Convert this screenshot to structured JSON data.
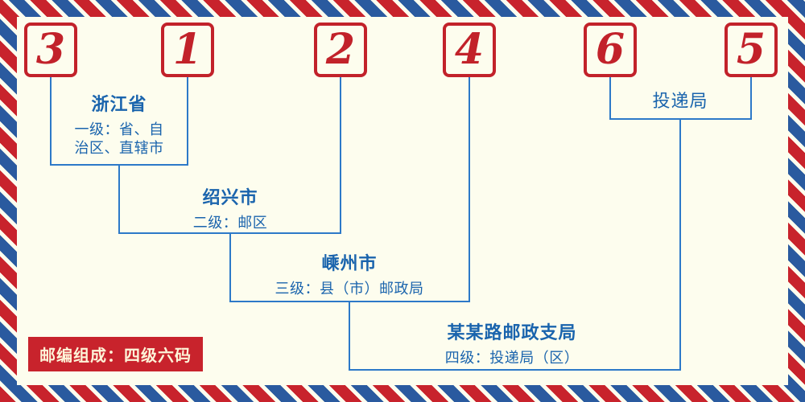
{
  "colors": {
    "background": "#fdfdee",
    "accent_red": "#c8232c",
    "digit_red": "#c2222a",
    "label_blue": "#1a64ad",
    "line_blue": "#2d79c8",
    "stripe_blue": "#2a5a9f"
  },
  "digits": [
    "3",
    "1",
    "2",
    "4",
    "6",
    "5"
  ],
  "levels": [
    {
      "name": "浙江省",
      "desc": "一级：省、自治区、直辖市"
    },
    {
      "name": "绍兴市",
      "desc": "二级：邮区"
    },
    {
      "name": "嵊州市",
      "desc": "三级：县（市）邮政局"
    },
    {
      "name": "某某路邮政支局",
      "desc": "四级：投递局（区）"
    },
    {
      "name": "投递局"
    }
  ],
  "footer": {
    "label": "邮编组成：四级六码"
  }
}
